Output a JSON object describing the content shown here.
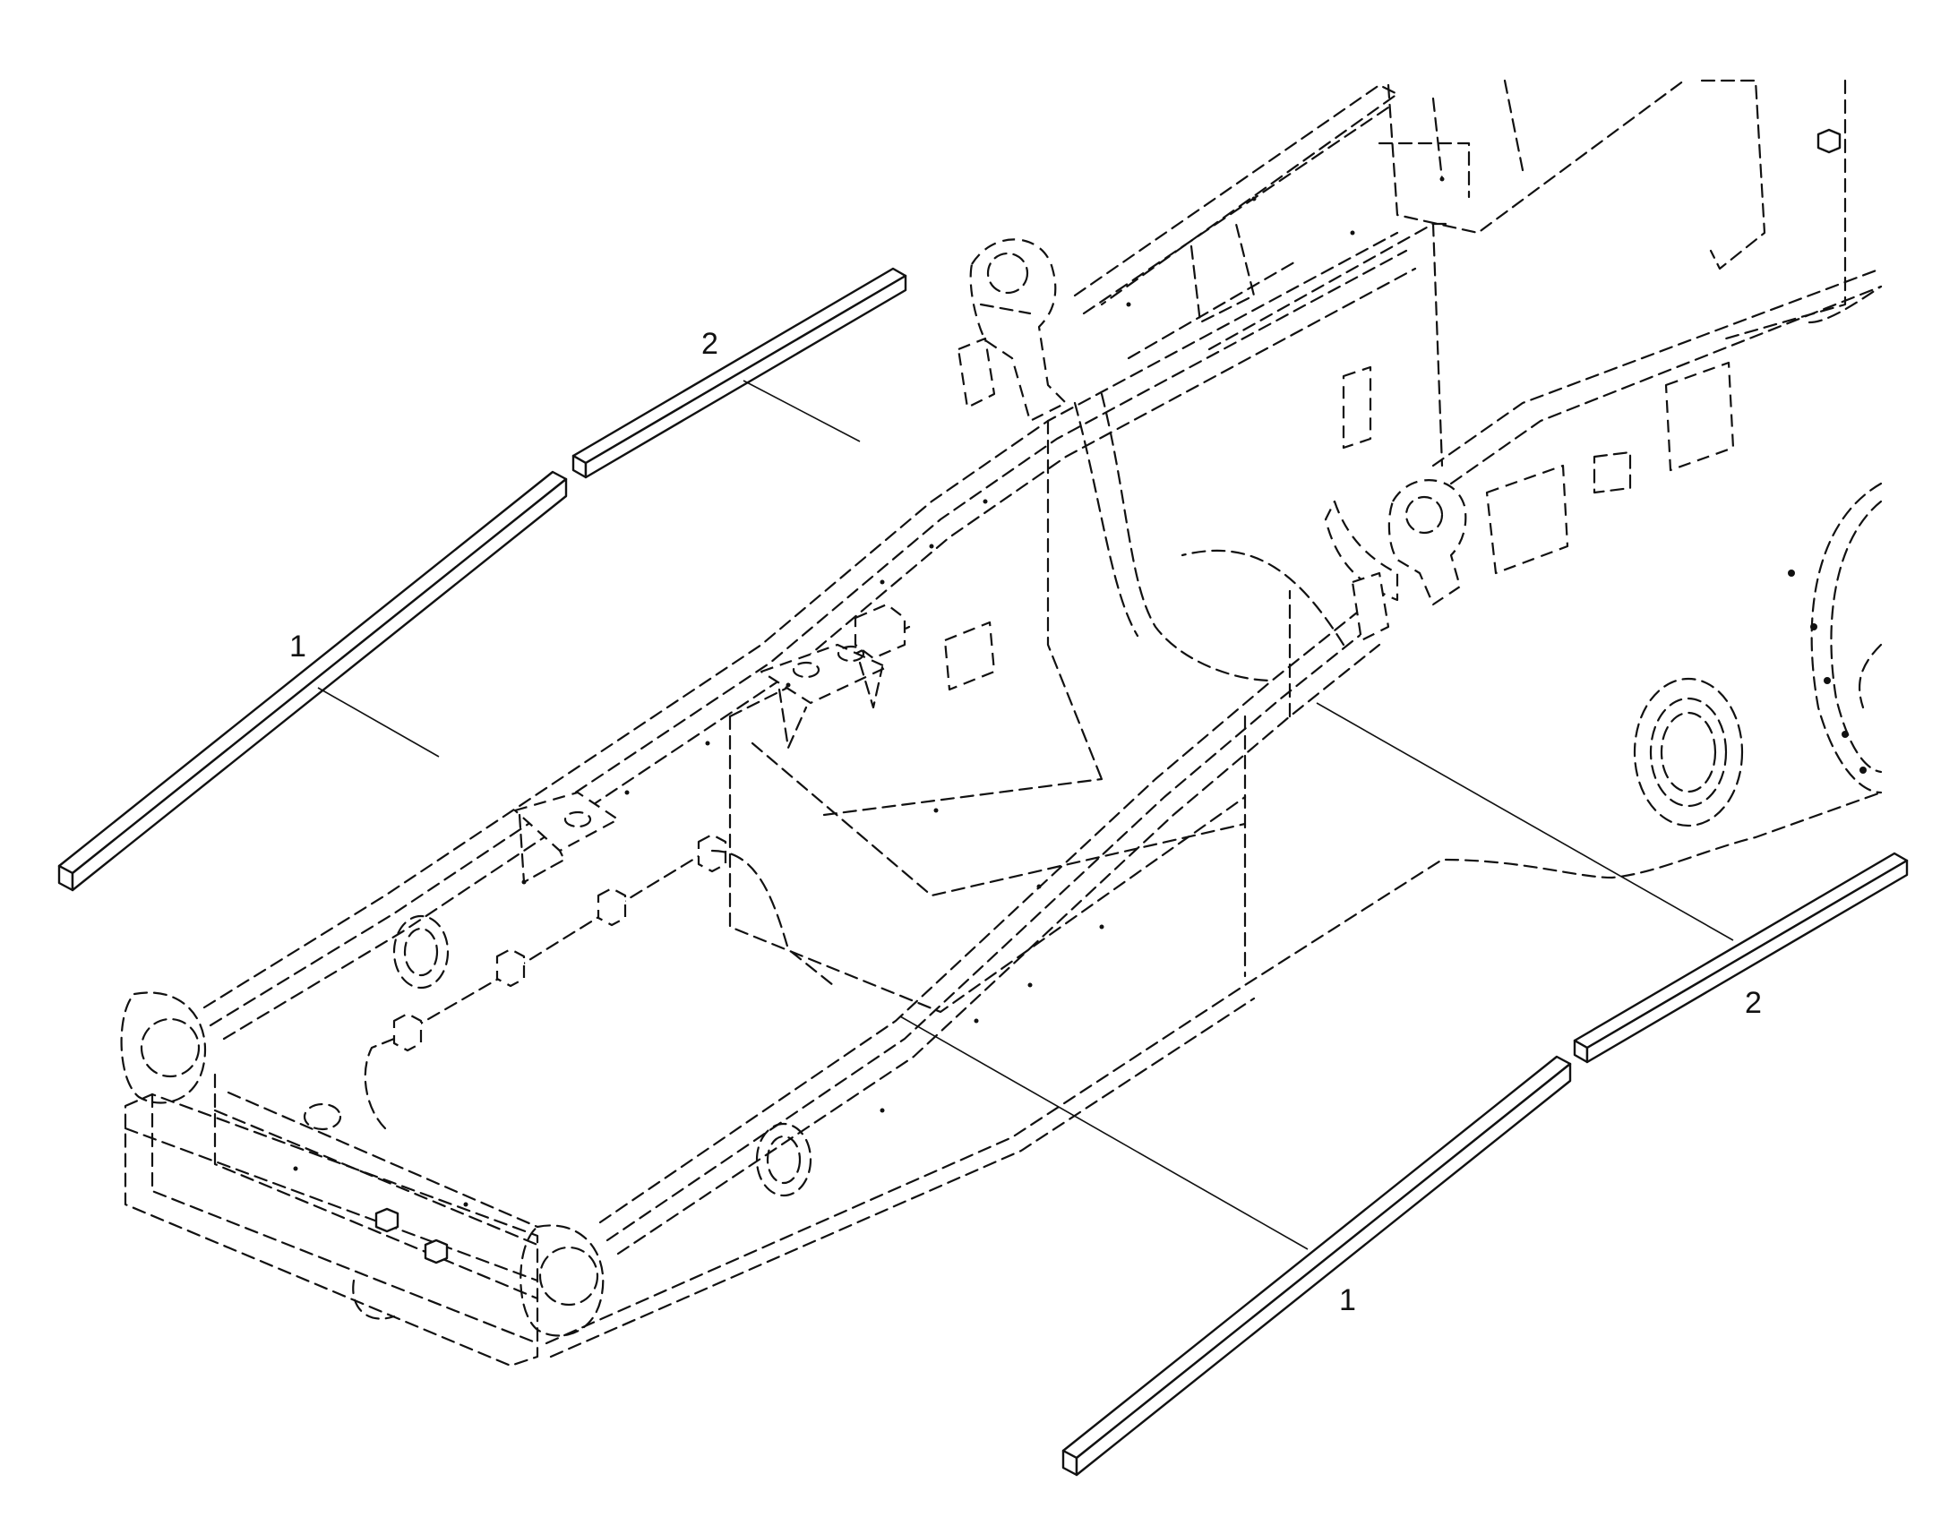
{
  "diagram": {
    "callouts": [
      {
        "id": "c1a",
        "label": "1"
      },
      {
        "id": "c2a",
        "label": "2"
      },
      {
        "id": "c1b",
        "label": "1"
      },
      {
        "id": "c2b",
        "label": "2"
      }
    ]
  }
}
